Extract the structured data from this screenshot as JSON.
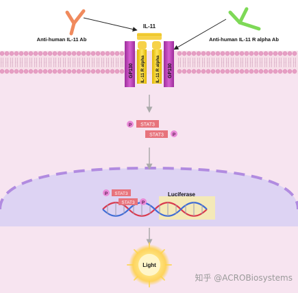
{
  "labels": {
    "ab_left": "Anti-human IL-11 Ab",
    "ab_right": "Anti-human IL-11 R alpha  Ab",
    "ligand": "IL-11",
    "gp130": "GP130",
    "receptor": "IL-11 R alpha",
    "stat3": "STAT3",
    "phospho": "P",
    "reporter": "Luciferase",
    "output": "Light"
  },
  "watermark": "知乎 @ACROBiosystems",
  "colors": {
    "ab_left": "#f08a5d",
    "ab_right": "#7ed957",
    "gp130": "#c63cc1",
    "receptor": "#f2d11e",
    "stat3": "#e7737c",
    "phospho": "#e98ad8",
    "cytoplasm": "#f7e4f0",
    "nucleus": "#ddd3f3",
    "nucleus_border": "#b18be0",
    "luciferase_box": "#f4e9b8",
    "light": "#ffd54a"
  }
}
